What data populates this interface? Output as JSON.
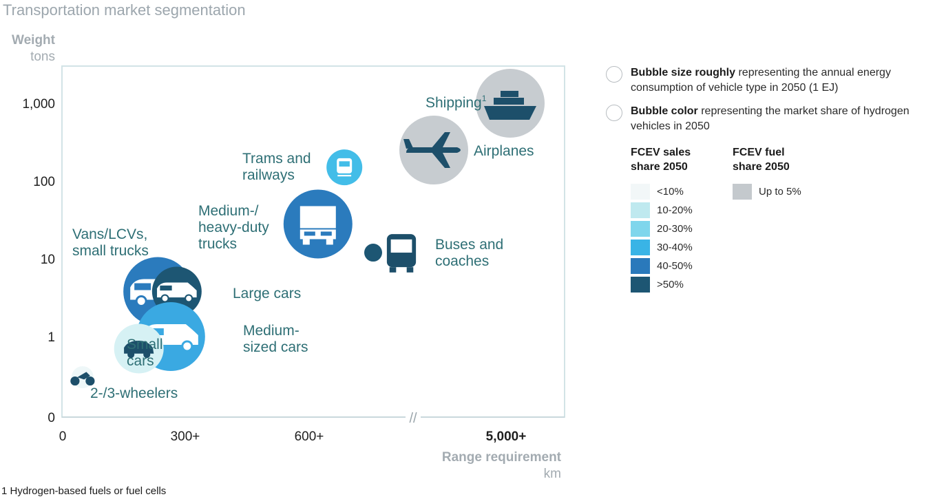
{
  "title": "Transportation market segmentation",
  "footnote": "1 Hydrogen-based fuels or fuel cells",
  "chart_data": {
    "type": "scatter",
    "title": "Transportation market segmentation",
    "ylabel": "Weight",
    "yunit": "tons",
    "xlabel": "Range requirement",
    "xunit": "km",
    "yscale": "log",
    "ylim": [
      0.1,
      2000
    ],
    "y_ticks": [
      {
        "label": "0",
        "value": 0.1
      },
      {
        "label": "1",
        "value": 1
      },
      {
        "label": "10",
        "value": 10
      },
      {
        "label": "100",
        "value": 100
      },
      {
        "label": "1,000",
        "value": 1000
      }
    ],
    "x_ticks": [
      "0",
      "300+",
      "600+",
      "5,000+"
    ],
    "x_break": "//",
    "grid": false,
    "legend_position": "right",
    "points": [
      {
        "name": "Shipping",
        "superscript": "1",
        "x": "5,000+",
        "y": 1000,
        "size": "large",
        "color": "#c7ccd0",
        "icon": "ship-icon",
        "label_lines": [
          "Shipping"
        ]
      },
      {
        "name": "Airplanes",
        "x": "5,000+",
        "y": 250,
        "size": "large",
        "color": "#c7ccd0",
        "icon": "airplane-icon",
        "label_lines": [
          "Airplanes"
        ]
      },
      {
        "name": "Trams and railways",
        "x": 680,
        "y": 150,
        "size": "small",
        "color": "#43bde8",
        "icon": "tram-icon",
        "label_lines": [
          "Trams and",
          "railways"
        ]
      },
      {
        "name": "Medium-/heavy-duty trucks",
        "x": 620,
        "y": 28,
        "size": "large",
        "color": "#2b7bbd",
        "icon": "truck-icon",
        "label_lines": [
          "Medium-/",
          "heavy-duty",
          "trucks"
        ]
      },
      {
        "name": "Buses and coaches",
        "x": 800,
        "y": 12,
        "size": "small",
        "color": "#1d5673",
        "icon": "bus-icon",
        "label_lines": [
          "Buses and",
          "coaches"
        ]
      },
      {
        "name": "Vans/LCVs, small trucks",
        "x": 250,
        "y": 3.8,
        "size": "large",
        "color": "#2b7bbd",
        "icon": "van-icon",
        "label_lines": [
          "Vans/LCVs,",
          "small trucks"
        ]
      },
      {
        "name": "Large cars",
        "x": 350,
        "y": 3.8,
        "size": "medium",
        "color": "#1d5673",
        "icon": "suv-icon",
        "label_lines": [
          "Large cars"
        ]
      },
      {
        "name": "Medium-sized cars",
        "x": 350,
        "y": 1,
        "size": "large",
        "color": "#3aa9e2",
        "icon": "sedan-icon",
        "label_lines": [
          "Medium-",
          "sized cars"
        ]
      },
      {
        "name": "Small cars",
        "x": 90,
        "y": 0.7,
        "size": "medium",
        "color": "#d6f1f4",
        "icon": "small-car-icon",
        "label_lines": [
          "Small",
          "cars"
        ]
      },
      {
        "name": "2-/3-wheelers",
        "x": 30,
        "y": 0.3,
        "size": "tiny",
        "color": "#eef7f8",
        "icon": "motorbike-icon",
        "label_lines": [
          "2-/3-wheelers"
        ]
      }
    ]
  },
  "legend": {
    "size_note": {
      "bold": "Bubble size roughly",
      "rest": " representing the annual energy consumption of vehicle type in 2050 (1 EJ)"
    },
    "color_note": {
      "bold": "Bubble color",
      "rest": " representing the market share of hydrogen vehicles in 2050"
    },
    "sales_heading_1": "FCEV sales",
    "sales_heading_2": "share 2050",
    "fuel_heading_1": "FCEV fuel",
    "fuel_heading_2": "share 2050",
    "sales_scale": [
      {
        "label": "<10%",
        "color": "#f2f7f8"
      },
      {
        "label": "10-20%",
        "color": "#bfe9ef"
      },
      {
        "label": "20-30%",
        "color": "#7fd6ec"
      },
      {
        "label": "30-40%",
        "color": "#39b4e6"
      },
      {
        "label": "40-50%",
        "color": "#2a79bb"
      },
      {
        "label": ">50%",
        "color": "#1d5673"
      }
    ],
    "fuel_scale": [
      {
        "label": "Up to 5%",
        "color": "#c4c9cd"
      }
    ]
  }
}
